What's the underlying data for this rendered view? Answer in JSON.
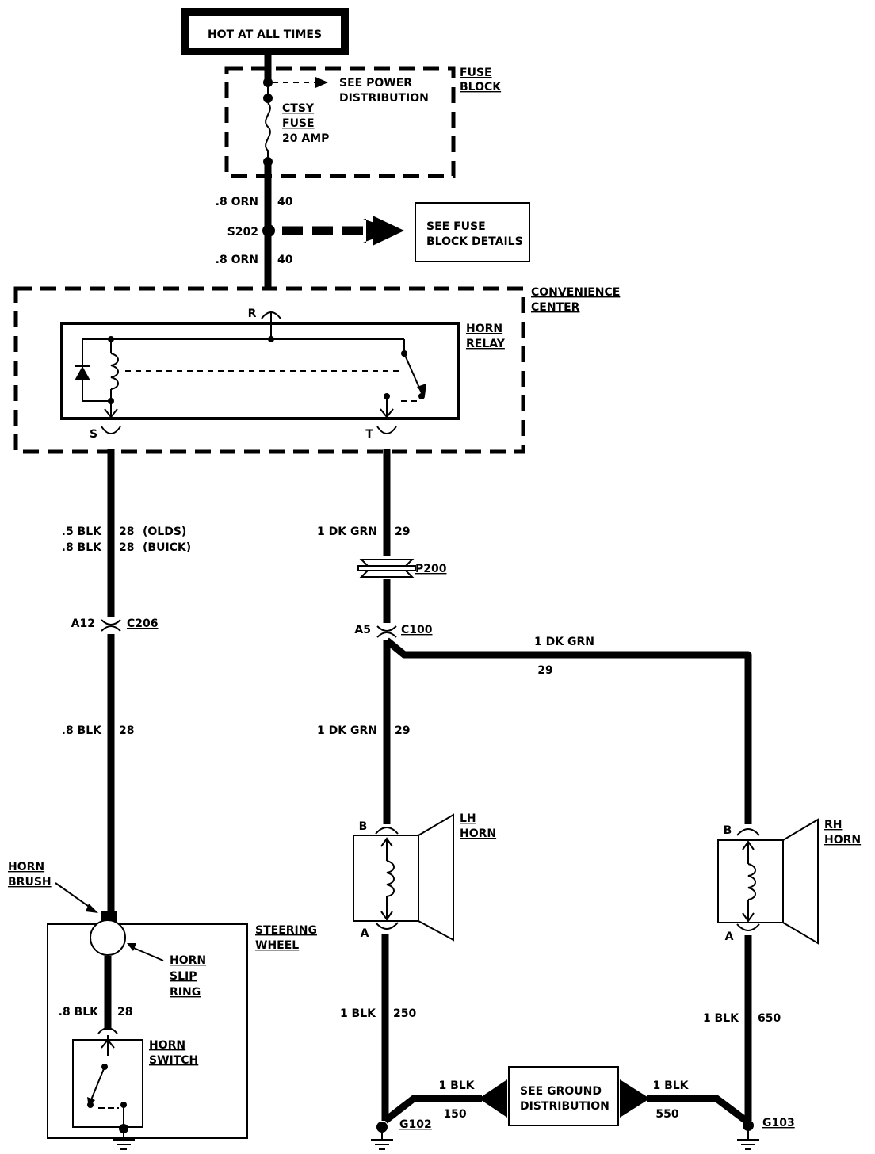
{
  "power": {
    "label": "HOT AT ALL TIMES"
  },
  "fuse_block": {
    "title1": "FUSE",
    "title2": "BLOCK",
    "see1": "SEE POWER",
    "see2": "DISTRIBUTION",
    "fuse1": "CTSY",
    "fuse2": "FUSE",
    "fuse3": "20 AMP"
  },
  "wire_top1": {
    "gauge": ".8 ORN",
    "circuit": "40"
  },
  "s202": {
    "label": "S202"
  },
  "fuse_details": {
    "line1": "SEE FUSE",
    "line2": "BLOCK DETAILS"
  },
  "wire_top2": {
    "gauge": ".8 ORN",
    "circuit": "40"
  },
  "convenience": {
    "line1": "CONVENIENCE",
    "line2": "CENTER"
  },
  "relay": {
    "line1": "HORN",
    "line2": "RELAY",
    "pin_r": "R",
    "pin_s": "S",
    "pin_t": "T"
  },
  "wire_s": {
    "gauge1": ".5 BLK",
    "circuit1": "28",
    "note1": "(OLDS)",
    "gauge2": ".8 BLK",
    "circuit2": "28",
    "note2": "(BUICK)"
  },
  "c206": {
    "pin": "A12",
    "label": "C206"
  },
  "wire_s2": {
    "gauge": ".8 BLK",
    "circuit": "28"
  },
  "brush": {
    "line1": "HORN",
    "line2": "BRUSH"
  },
  "steering": {
    "line1": "STEERING",
    "line2": "WHEEL"
  },
  "slip_ring": {
    "line1": "HORN",
    "line2": "SLIP",
    "line3": "RING"
  },
  "wire_s3": {
    "gauge": ".8 BLK",
    "circuit": "28"
  },
  "horn_switch": {
    "line1": "HORN",
    "line2": "SWITCH"
  },
  "wire_t": {
    "gauge": "1 DK GRN",
    "circuit": "29"
  },
  "p200": {
    "label": "P200"
  },
  "c100": {
    "pin": "A5",
    "label": "C100"
  },
  "wire_rh_top": {
    "gauge": "1 DK GRN",
    "circuit": "29"
  },
  "wire_t2": {
    "gauge": "1 DK GRN",
    "circuit": "29"
  },
  "lh_horn": {
    "line1": "LH",
    "line2": "HORN",
    "pin_b": "B",
    "pin_a": "A"
  },
  "rh_horn": {
    "line1": "RH",
    "line2": "HORN",
    "pin_b": "B",
    "pin_a": "A"
  },
  "wire_lh_gnd": {
    "gauge": "1 BLK",
    "circuit": "250"
  },
  "wire_rh_gnd": {
    "gauge": "1 BLK",
    "circuit": "650"
  },
  "ground_dist": {
    "line1": "SEE GROUND",
    "line2": "DISTRIBUTION"
  },
  "wire_150": {
    "gauge": "1 BLK",
    "circuit": "150"
  },
  "wire_550": {
    "gauge": "1 BLK",
    "circuit": "550"
  },
  "g102": {
    "label": "G102"
  },
  "g103": {
    "label": "G103"
  }
}
